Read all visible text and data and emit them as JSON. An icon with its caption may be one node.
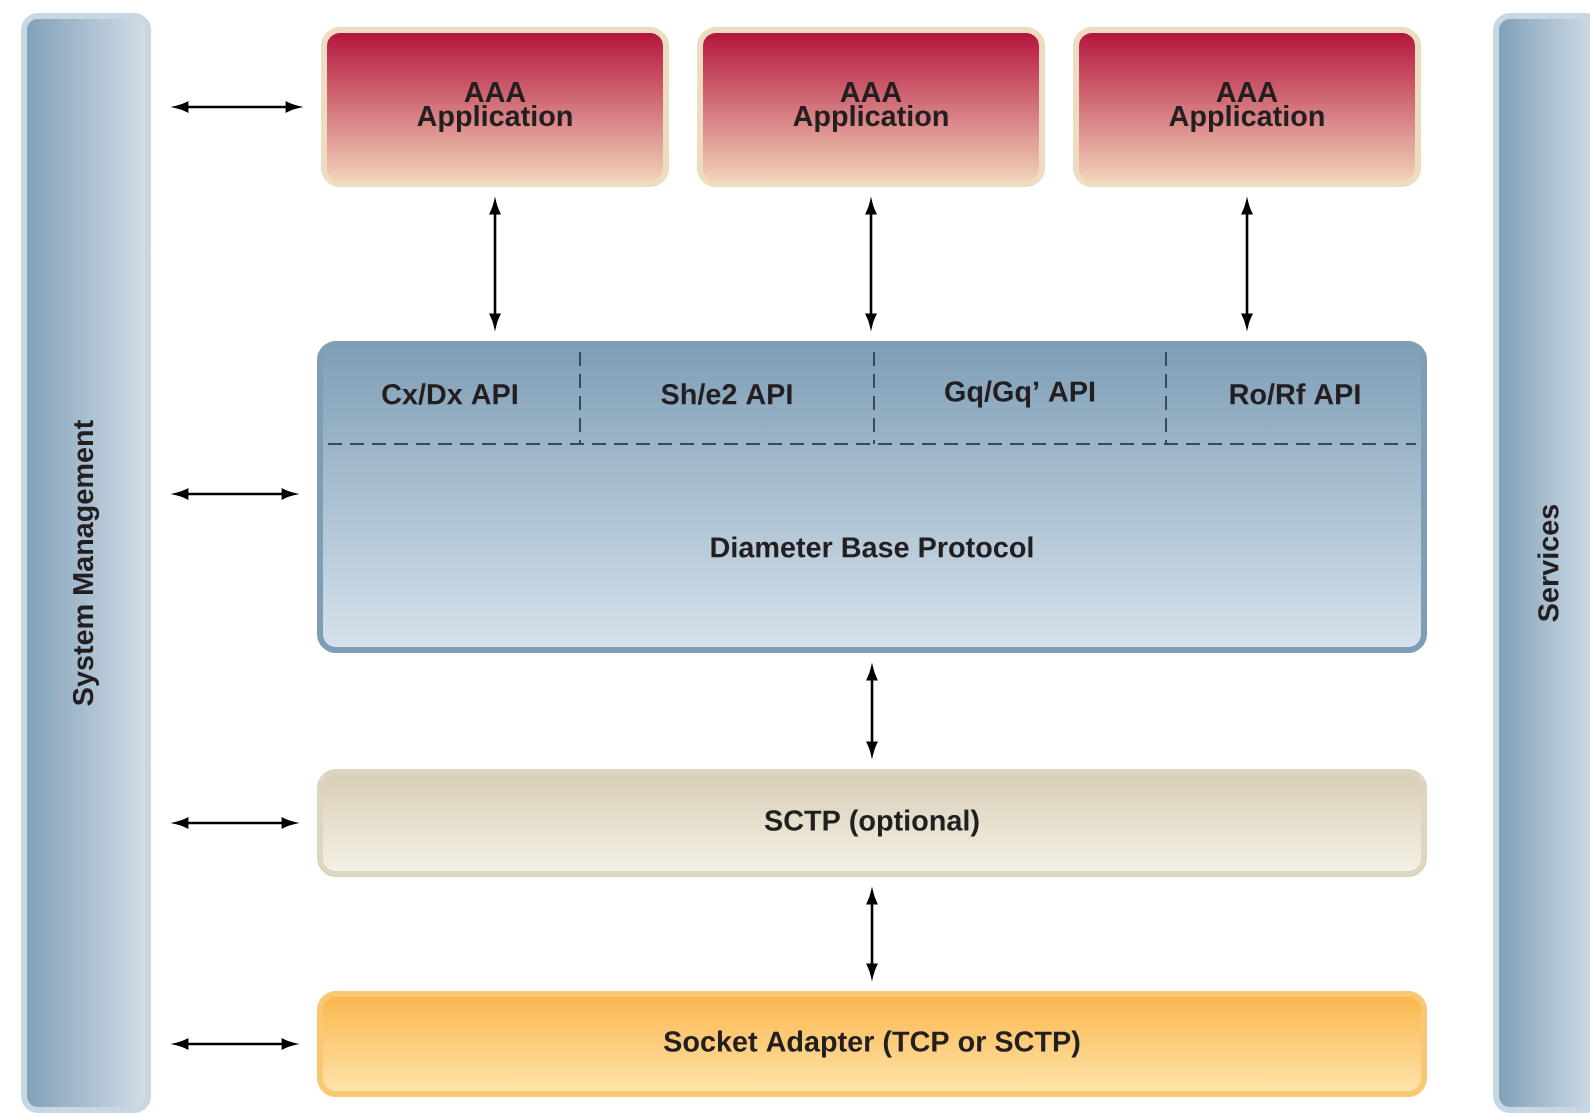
{
  "diagram": {
    "nodes": [
      {
        "text": [
          "System Management"
        ]
      },
      {
        "text": [
          "AAA Application"
        ]
      },
      {
        "text": [
          "AAA Application"
        ]
      },
      {
        "text": [
          "AAA Application"
        ]
      },
      {
        "text": [
          "Diameter Base Protocol"
        ]
      },
      {
        "text": [
          "Cx/Dx API"
        ],
        "in": 4
      },
      {
        "text": [
          "Sh/e2 API"
        ],
        "in": 4
      },
      {
        "text": [
          "Gq/Gq’ API"
        ],
        "in": 4
      },
      {
        "text": [
          "Ro/Rf API"
        ],
        "in": 4
      },
      {
        "text": [
          "SCTP (optional)"
        ]
      },
      {
        "text": [
          "Socket Adapter (TCP or SCTP)"
        ]
      },
      {
        "text": [
          "Services"
        ]
      }
    ],
    "edges": [
      {
        "from": 0,
        "to": 1,
        "arrow": "both"
      },
      {
        "from": 1,
        "to": 4,
        "arrow": "both"
      },
      {
        "from": 2,
        "to": 4,
        "arrow": "both"
      },
      {
        "from": 3,
        "to": 4,
        "arrow": "both"
      },
      {
        "from": 0,
        "to": 4,
        "arrow": "both"
      },
      {
        "from": 4,
        "to": 9,
        "arrow": "both"
      },
      {
        "from": 0,
        "to": 9,
        "arrow": "both"
      },
      {
        "from": 9,
        "to": 10,
        "arrow": "both"
      },
      {
        "from": 0,
        "to": 10,
        "arrow": "both"
      }
    ]
  }
}
